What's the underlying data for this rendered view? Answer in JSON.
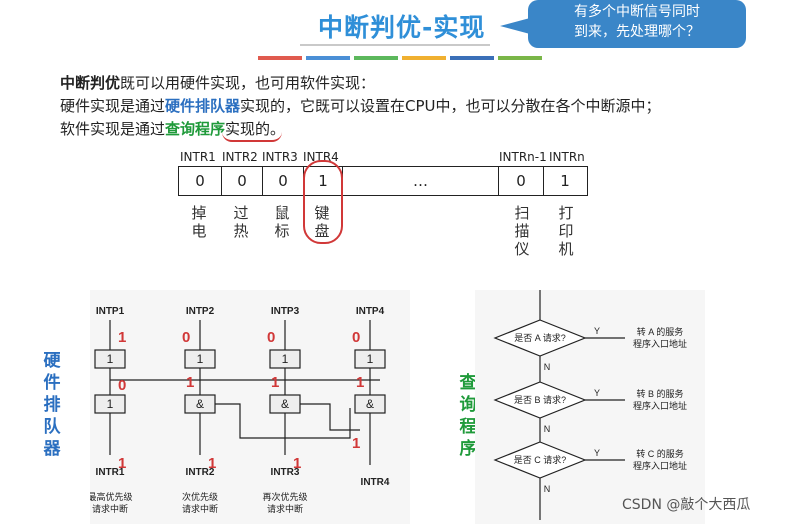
{
  "title": "中断判优-实现",
  "bubble": {
    "line1": "有多个中断信号同时",
    "line2": "到来，先处理哪个？"
  },
  "color_bars": [
    "#e05a4e",
    "#4a8fd6",
    "#5cb85c",
    "#f0b030",
    "#3a6fb8",
    "#7ab648"
  ],
  "para": {
    "l1_bold": "中断判优",
    "l1_rest": "既可以用硬件实现，也可用软件实现：",
    "l2_pre": "硬件实现是通过",
    "l2_em": "硬件排队器",
    "l2_post": "实现的，它既可以设置在CPU中，也可以分散在各个中断源中；",
    "l3_pre": "软件实现是通过",
    "l3_em": "查询程序",
    "l3_post": "实现的。"
  },
  "register": {
    "labels": [
      "INTR1",
      "INTR2",
      "INTR3",
      "INTR4",
      "INTRn-1",
      "INTRn"
    ],
    "values": [
      "0",
      "0",
      "0",
      "1",
      "…",
      "0",
      "1"
    ],
    "devices": [
      {
        "name": "掉电",
        "c1": "掉",
        "c2": "电"
      },
      {
        "name": "过热",
        "c1": "过",
        "c2": "热"
      },
      {
        "name": "鼠标",
        "c1": "鼠",
        "c2": "标"
      },
      {
        "name": "键盘",
        "c1": "键",
        "c2": "盘"
      },
      {
        "name": "扫描仪",
        "c1": "扫",
        "c2": "描",
        "c3": "仪"
      },
      {
        "name": "打印机",
        "c1": "打",
        "c2": "印",
        "c3": "机"
      }
    ]
  },
  "hw_label": {
    "c1": "硬",
    "c2": "件",
    "c3": "排",
    "c4": "队",
    "c5": "器"
  },
  "sw_label": {
    "c1": "查",
    "c2": "询",
    "c3": "程",
    "c4": "序"
  },
  "hw_diagram": {
    "inputs": [
      "INTP1",
      "INTP2",
      "INTP3",
      "INTP4"
    ],
    "outputs": [
      "INTR1",
      "INTR2",
      "INTR3",
      "INTR4"
    ],
    "gate_one": "1",
    "gate_and": "&",
    "captions": [
      {
        "l1": "最高优先级",
        "l2": "请求中断"
      },
      {
        "l1": "次优先级",
        "l2": "请求中断"
      },
      {
        "l1": "再次优先级",
        "l2": "请求中断"
      }
    ],
    "annot_top": [
      "1",
      "0",
      "0",
      "0"
    ],
    "annot_mid": [
      "0",
      "1",
      "1",
      "1"
    ],
    "annot_bot": [
      "1",
      "1",
      "1",
      "1"
    ]
  },
  "flowchart": {
    "q1": "是否 A 请求?",
    "q2": "是否 B 请求?",
    "q3": "是否 C 请求?",
    "yes": "Y",
    "no": "N",
    "a1": {
      "l1": "转 A 的服务",
      "l2": "程序入口地址"
    },
    "a2": {
      "l1": "转 B 的服务",
      "l2": "程序入口地址"
    },
    "a3": {
      "l1": "转 C 的服务",
      "l2": "程序入口地址"
    }
  },
  "watermark": "CSDN @敲个大西瓜"
}
